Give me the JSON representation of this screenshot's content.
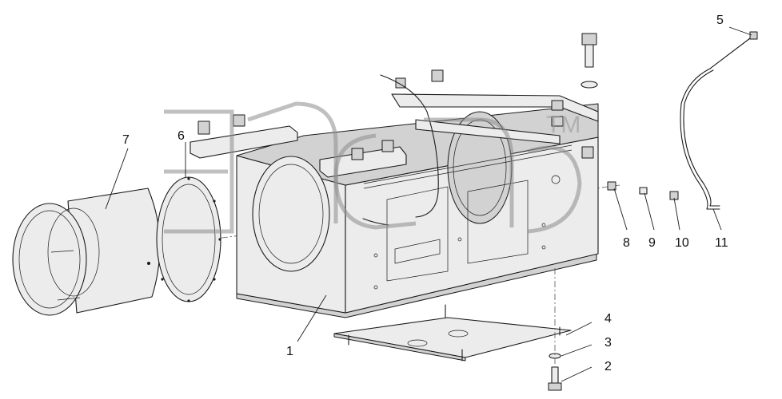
{
  "callouts": [
    "1",
    "2",
    "3",
    "4",
    "5",
    "6",
    "7",
    "8",
    "9",
    "10",
    "11"
  ],
  "watermark": {
    "text": "ЗАО ЗАП",
    "tm": "TM"
  }
}
